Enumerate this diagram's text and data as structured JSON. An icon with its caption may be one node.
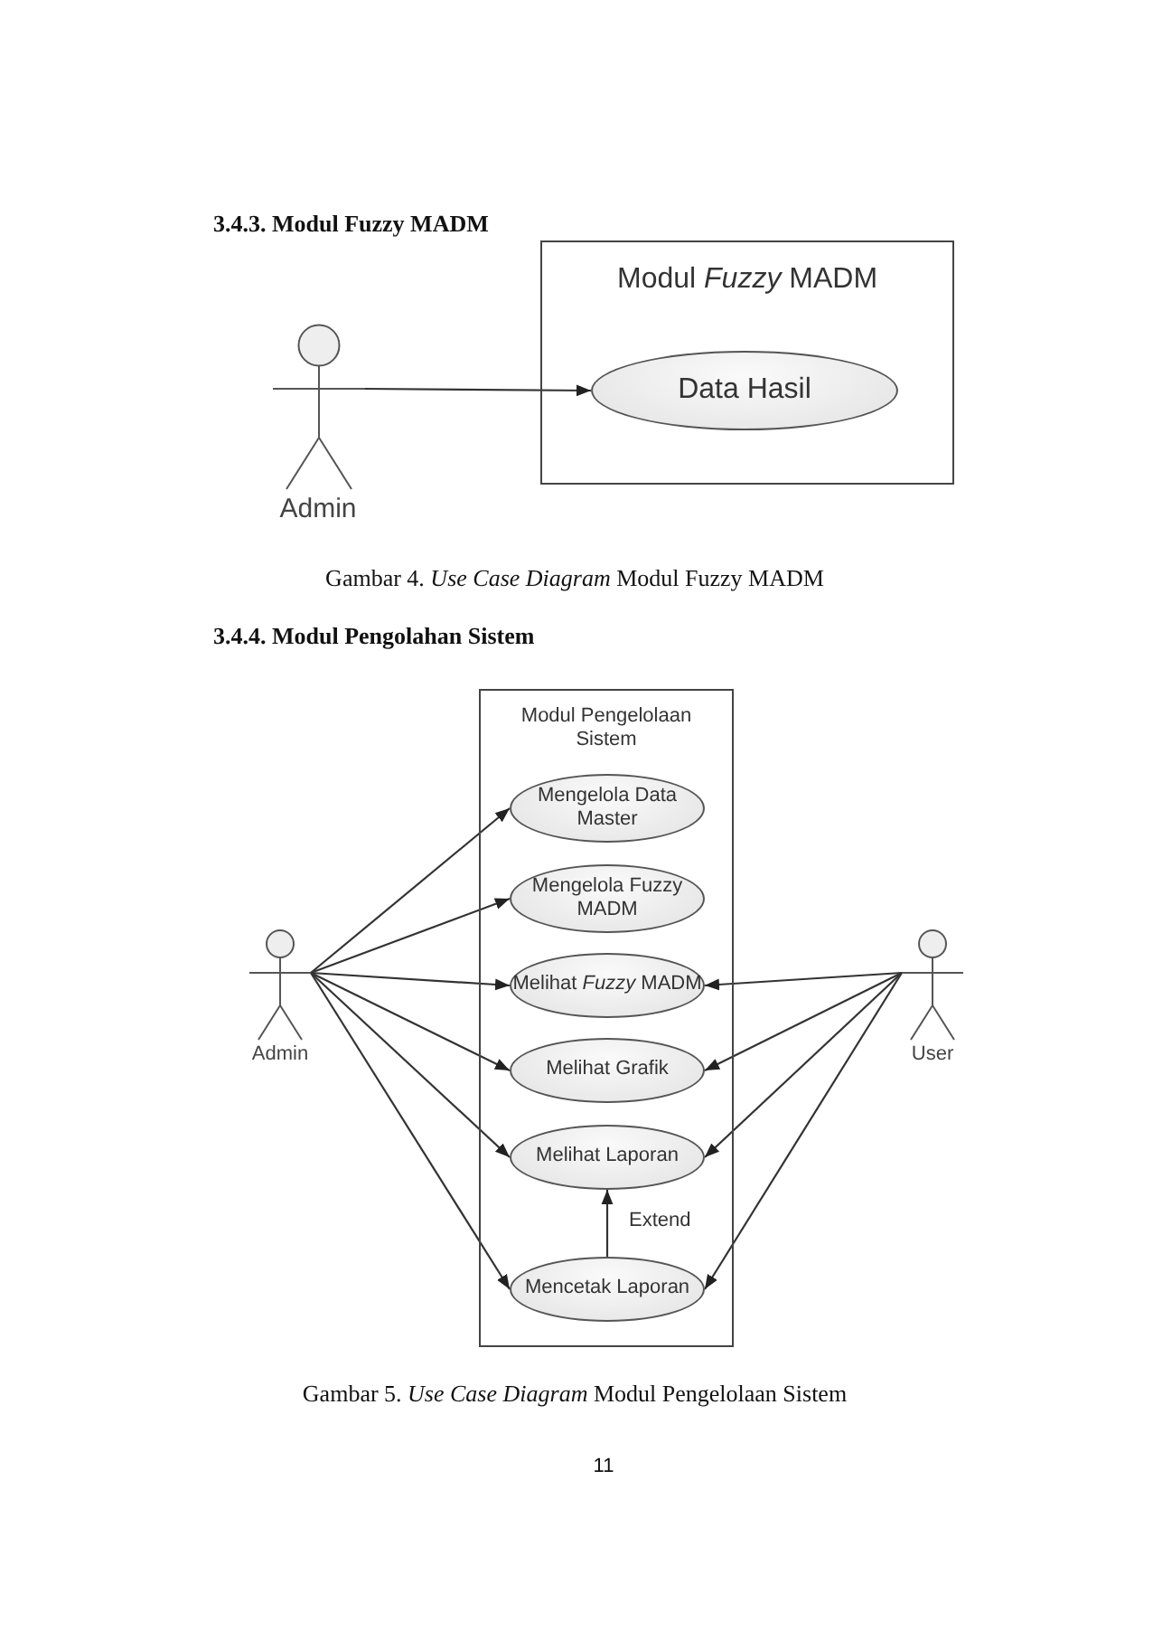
{
  "diagram": {
    "nodes": [
      {
        "text": [
          "Modul *Fuzzy* MADM"
        ]
      },
      {
        "text": [
          "Admin"
        ]
      },
      {
        "text": [
          "Data Hasil"
        ],
        "in": 0
      },
      {
        "text": [
          "Modul Pengelolaan Sistem"
        ]
      },
      {
        "text": [
          "Admin"
        ]
      },
      {
        "text": [
          "Mengelola Data Master"
        ],
        "in": 3
      },
      {
        "text": [
          "Mengelola Fuzzy MADM"
        ],
        "in": 3
      },
      {
        "text": [
          "Melihat *Fuzzy* MADM"
        ],
        "in": 3
      },
      {
        "text": [
          "Melihat Grafik"
        ],
        "in": 3
      },
      {
        "text": [
          "Melihat Laporan"
        ],
        "in": 3
      },
      {
        "text": [
          "Mencetak Laporan"
        ],
        "in": 3
      },
      {
        "text": [
          "User"
        ]
      }
    ],
    "edges": [
      {
        "from": 1,
        "to": 2,
        "arrow": "to"
      },
      {
        "from": 4,
        "to": 5,
        "arrow": "to"
      },
      {
        "from": 4,
        "to": 6,
        "arrow": "to"
      },
      {
        "from": 4,
        "to": 7,
        "arrow": "to"
      },
      {
        "from": 4,
        "to": 8,
        "arrow": "to"
      },
      {
        "from": 4,
        "to": 9,
        "arrow": "to"
      },
      {
        "from": 4,
        "to": 10,
        "arrow": "to"
      },
      {
        "from": 11,
        "to": 7,
        "arrow": "to"
      },
      {
        "from": 11,
        "to": 8,
        "arrow": "to"
      },
      {
        "from": 11,
        "to": 9,
        "arrow": "to"
      },
      {
        "from": 11,
        "to": 10,
        "arrow": "to"
      },
      {
        "from": 10,
        "to": 9,
        "arrow": "to",
        "label": "Extend"
      }
    ],
    "labels": [
      "3.4.3. Modul Fuzzy MADM",
      "Gambar 4. *Use Case Diagram* Modul Fuzzy MADM",
      "3.4.4. Modul Pengolahan Sistem",
      "Gambar 5. *Use Case Diagram* Modul Pengelolaan Sistem",
      "11"
    ]
  }
}
